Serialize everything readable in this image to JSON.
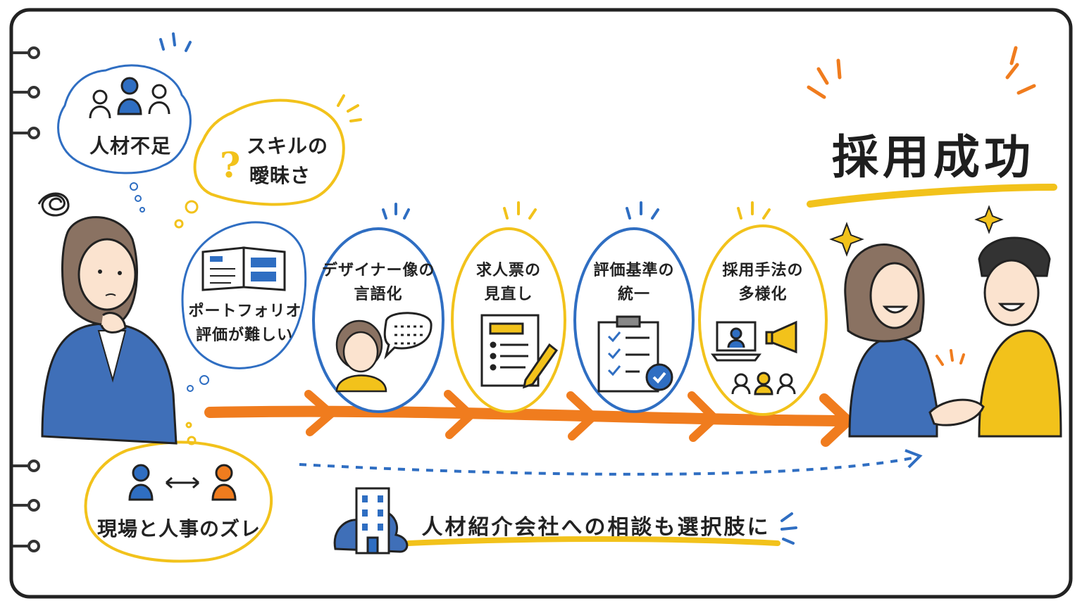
{
  "bubbles": {
    "shortage": "人材不足",
    "skill_line1": "スキルの",
    "skill_line2": "曖昧さ",
    "portfolio_line1": "ポートフォリオ",
    "portfolio_line2": "評価が難しい",
    "gap": "現場と人事のズレ"
  },
  "steps": [
    {
      "line1": "デザイナー像の",
      "line2": "言語化"
    },
    {
      "line1": "求人票の",
      "line2": "見直し"
    },
    {
      "line1": "評価基準の",
      "line2": "統一"
    },
    {
      "line1": "採用手法の",
      "line2": "多様化"
    }
  ],
  "goal": {
    "title": "採用成功"
  },
  "footer": {
    "note": "人材紹介会社への相談も選択肢に"
  },
  "colors": {
    "blue": "#2f6ec2",
    "yellow": "#f2c21b",
    "orange": "#f07c1e",
    "ink": "#222222"
  }
}
